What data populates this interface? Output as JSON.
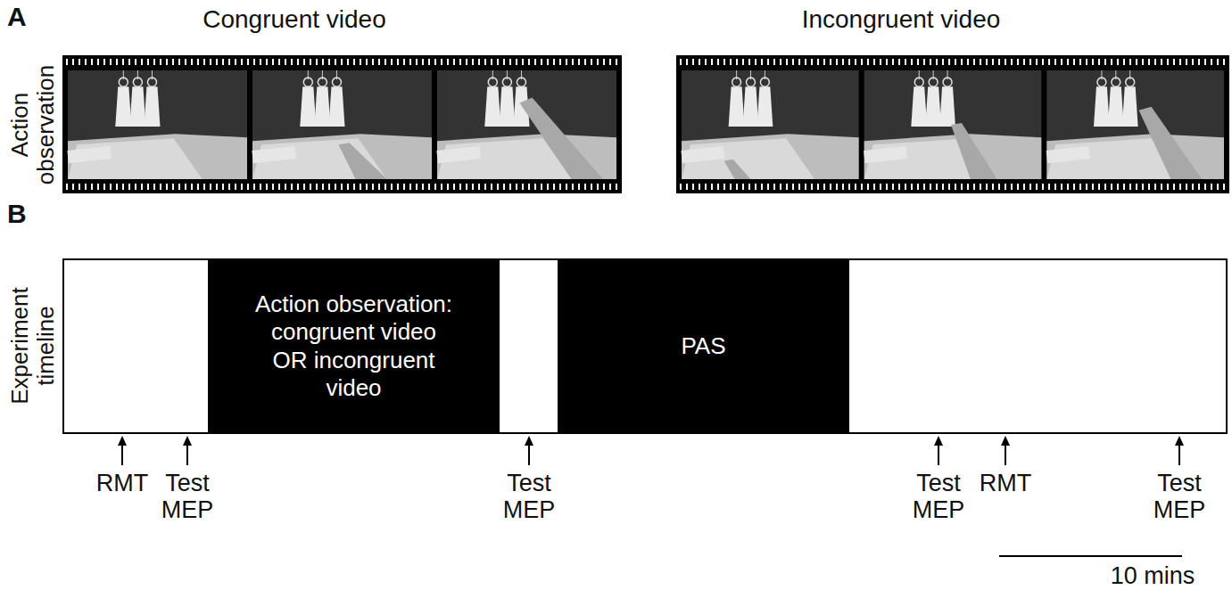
{
  "diagram": {
    "nodes": [
      {
        "text": [
          "Action observation: congruent video OR incongruent video"
        ]
      },
      {
        "text": [
          "PAS"
        ]
      }
    ],
    "labels": [
      "A",
      "Congruent video",
      "Incongruent video",
      "Action observation",
      "B",
      "Experiment timeline",
      "RMT",
      "Test MEP",
      "Test MEP",
      "Test MEP",
      "RMT",
      "Test MEP",
      "10 mins"
    ]
  }
}
